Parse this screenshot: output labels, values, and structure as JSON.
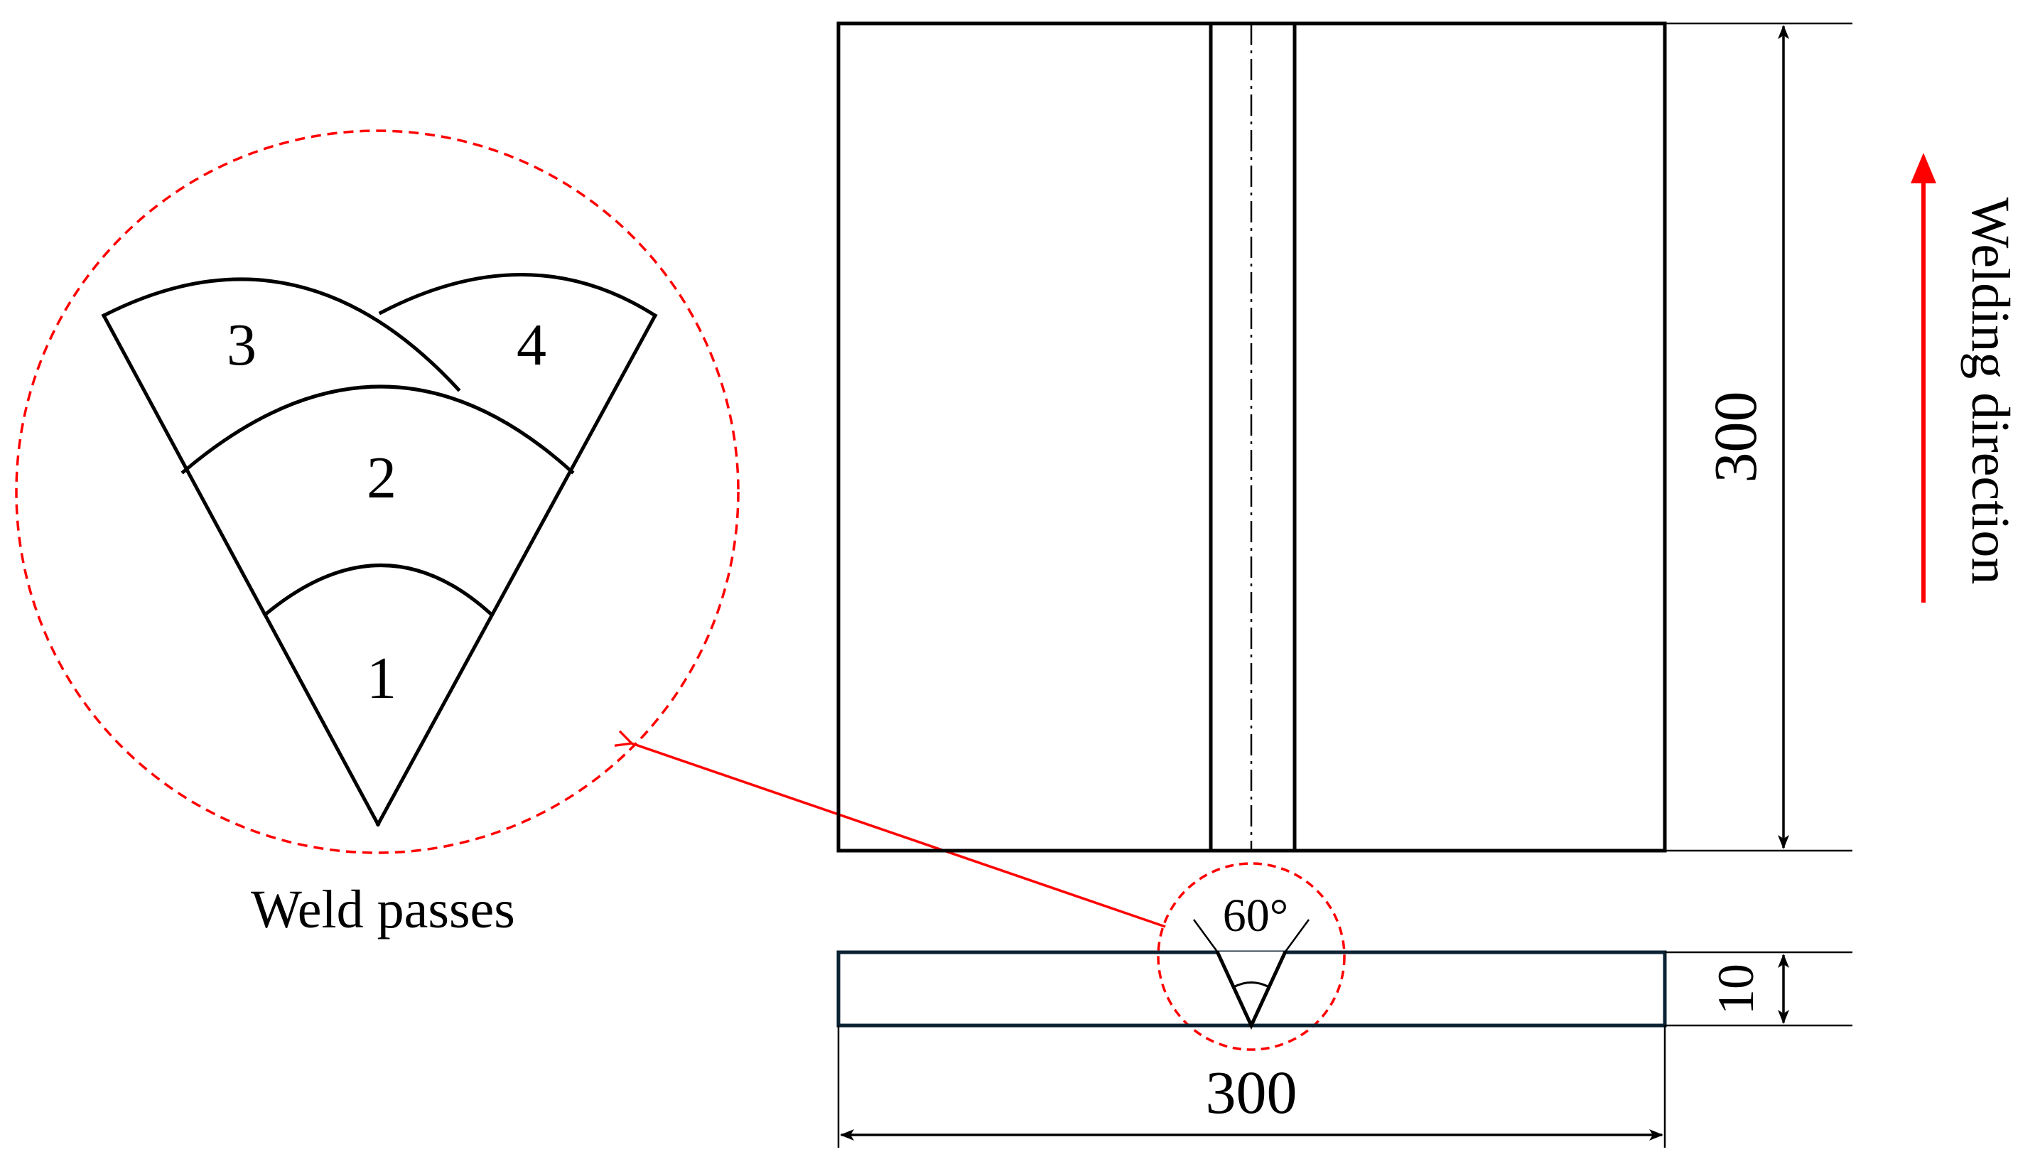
{
  "detail": {
    "pass_labels": [
      "1",
      "2",
      "3",
      "4"
    ],
    "caption": "Weld passes"
  },
  "plate_top_view": {
    "length_label": "300"
  },
  "plate_cross_section": {
    "groove_angle_label": "60°",
    "thickness_label": "10",
    "width_label": "300"
  },
  "welding_direction": {
    "label": "Welding direction"
  },
  "colors": {
    "line": "#000000",
    "callout": "#ff0000",
    "section_outline": "#0b2233",
    "background": "#ffffff"
  }
}
